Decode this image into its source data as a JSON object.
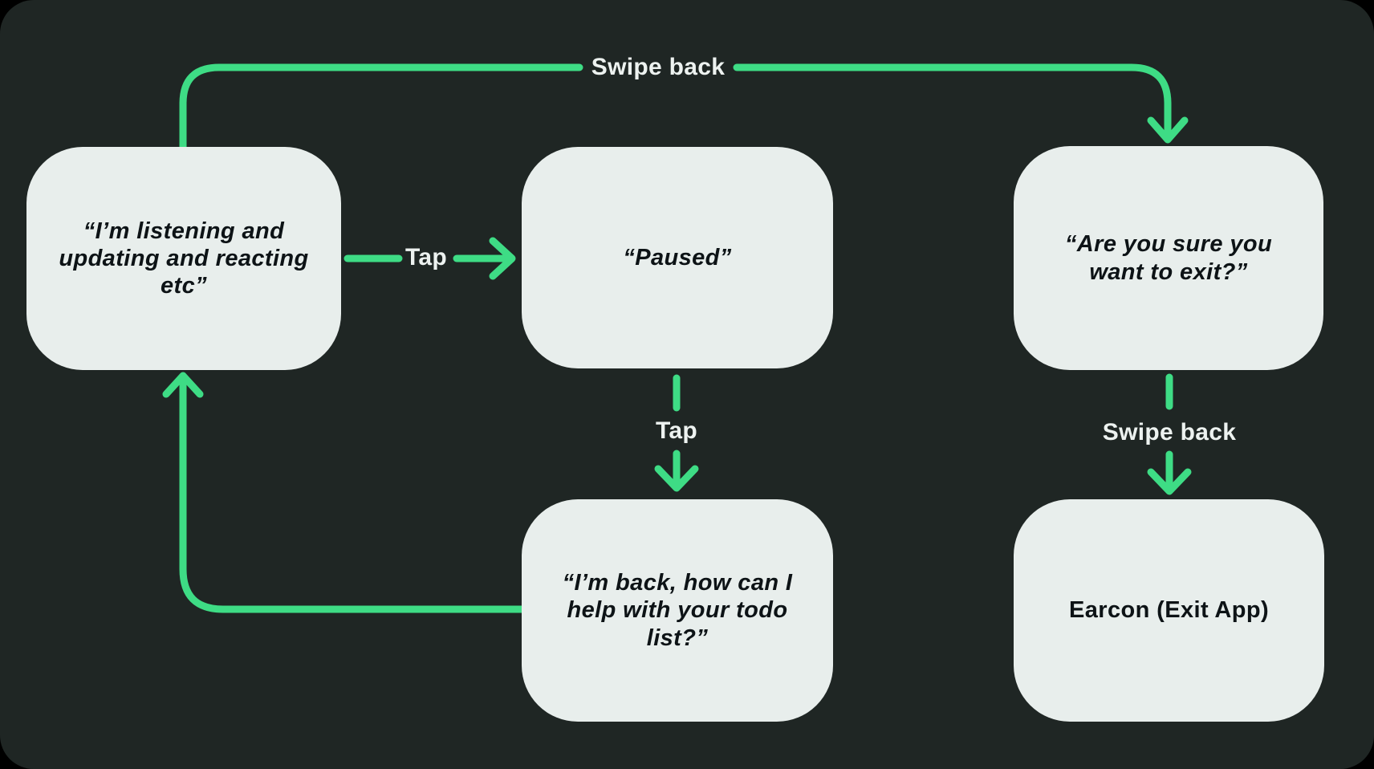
{
  "canvas": {
    "bg": "#1f2624",
    "outer": "#000000",
    "node_fill": "#e8eeec",
    "node_text": "#0d1316",
    "accent": "#3edc85",
    "label_color": "#edf2f0"
  },
  "diagram_type": "state-flowchart",
  "nodes": [
    {
      "id": "listening",
      "text": "“I’m listening and\nupdating and reacting\netc”"
    },
    {
      "id": "paused",
      "text": "“Paused”"
    },
    {
      "id": "exit-confirm",
      "text": "“Are you sure you\nwant to exit?”"
    },
    {
      "id": "back",
      "text": "“I’m back, how can I\nhelp with your todo\nlist?”"
    },
    {
      "id": "earcon",
      "text": "Earcon (Exit App)"
    }
  ],
  "edges": [
    {
      "from": "listening",
      "to": "paused",
      "label": "Tap"
    },
    {
      "from": "paused",
      "to": "back",
      "label": "Tap"
    },
    {
      "from": "back",
      "to": "listening",
      "label": ""
    },
    {
      "from": "listening",
      "to": "exit-confirm",
      "label": "Swipe back"
    },
    {
      "from": "exit-confirm",
      "to": "earcon",
      "label": "Swipe back"
    }
  ]
}
